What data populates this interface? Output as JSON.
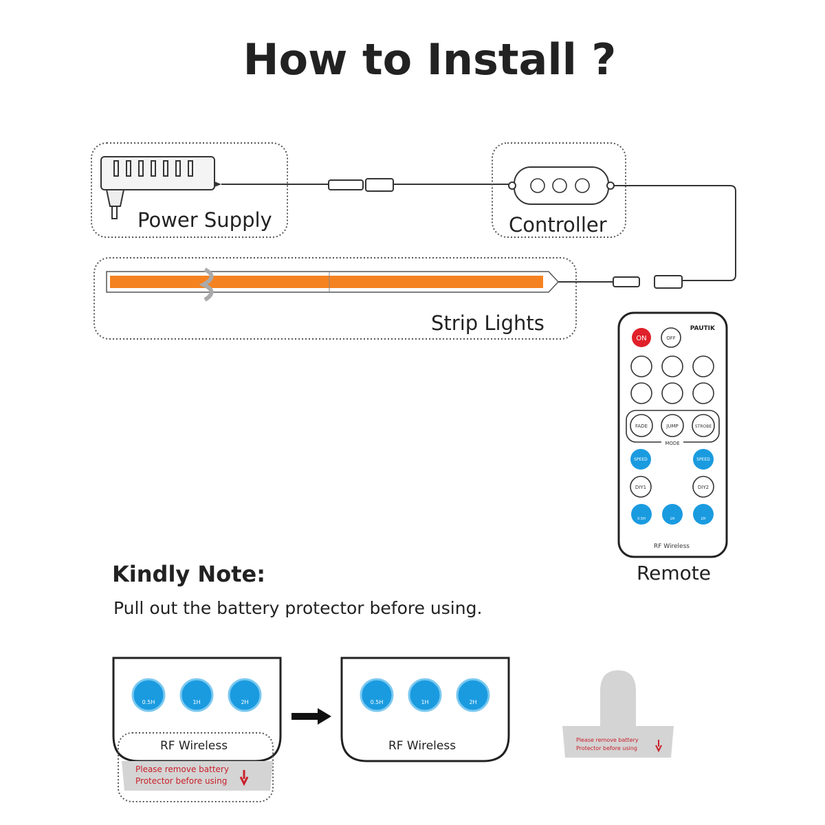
{
  "title": "How to Install ?",
  "components": {
    "power_supply": "Power Supply",
    "controller": "Controller",
    "strip_lights": "Strip Lights",
    "remote": "Remote"
  },
  "remote": {
    "brand": "PAUTIK",
    "on": "ON",
    "off": "OFF",
    "mode_buttons": [
      "FADE",
      "JUMP",
      "STROBE"
    ],
    "mode_label": "MODE",
    "speed_minus": "SPEED",
    "speed_plus": "SPEED",
    "diy": [
      "DIY1",
      "DIY2"
    ],
    "timers": [
      "0.5H",
      "1H",
      "2H"
    ],
    "footer": "RF Wireless",
    "on_color": "#e0202a",
    "blue_color": "#1a9be0"
  },
  "note": {
    "heading": "Kindly Note:",
    "text": "Pull out the battery protector before using."
  },
  "battery_steps": {
    "timers": [
      "0.5H",
      "1H",
      "2H"
    ],
    "footer": "RF Wireless",
    "protector_text": [
      "Please remove battery",
      "Protector before using"
    ]
  },
  "colors": {
    "strip": "#f58220",
    "protector": "#d4d4d4",
    "warning_text": "#c8202a"
  }
}
